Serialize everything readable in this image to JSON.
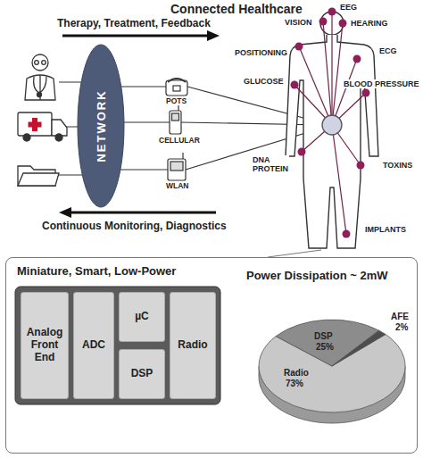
{
  "diagram": {
    "title": "Connected Healthcare",
    "nodes": [
      {
        "text": [
          "NETWORK"
        ]
      },
      {
        "text": [
          "Miniature, Smart, Low-Power"
        ]
      },
      {
        "text": [
          "Analog Front End"
        ],
        "in": 1
      },
      {
        "text": [
          "ADC"
        ],
        "in": 1
      },
      {
        "text": [
          "µC"
        ],
        "in": 1
      },
      {
        "text": [
          "DSP"
        ],
        "in": 1
      },
      {
        "text": [
          "Radio"
        ],
        "in": 1
      }
    ],
    "labels": [
      "Therapy, Treatment, Feedback",
      "Continuous Monitoring, Diagnostics",
      "POTS",
      "CELLULAR",
      "WLAN",
      "EEG",
      "VISION",
      "HEARING",
      "POSITIONING",
      "ECG",
      "GLUCOSE",
      "BLOOD PRESSURE",
      "DNA PROTEIN",
      "TOXINS",
      "IMPLANTS",
      "Power Dissipation ~ 2mW",
      "DSP",
      "25%",
      "Radio",
      "73%",
      "AFE",
      "2%"
    ]
  }
}
